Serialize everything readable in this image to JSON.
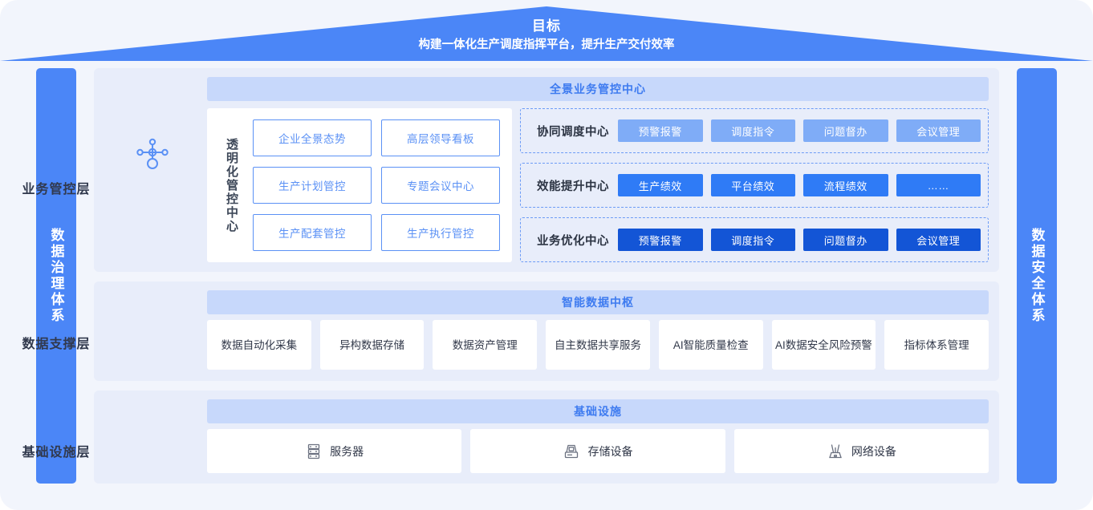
{
  "goal": {
    "title": "目标",
    "subtitle": "构建一体化生产调度指挥平台，提升生产交付效率"
  },
  "sides": {
    "left_label": "数据治理体系",
    "right_label": "数据安全体系"
  },
  "business_layer": {
    "label": "业务管控层",
    "icon": "topology-icon",
    "header": "全景业务管控中心",
    "transparent_center": {
      "vertical_label": "透明化管控中心",
      "buttons": [
        "企业全景态势",
        "高层领导看板",
        "生产计划管控",
        "专题会议中心",
        "生产配套管控",
        "生产执行管控"
      ]
    },
    "groups": [
      {
        "title": "协同调度中心",
        "tone": "#7facf7",
        "chips": [
          "预警报警",
          "调度指令",
          "问题督办",
          "会议管理"
        ]
      },
      {
        "title": "效能提升中心",
        "tone": "#2f7bf6",
        "chips": [
          "生产绩效",
          "平台绩效",
          "流程绩效",
          "……"
        ]
      },
      {
        "title": "业务优化中心",
        "tone": "#1355d6",
        "chips": [
          "预警报警",
          "调度指令",
          "问题督办",
          "会议管理"
        ]
      }
    ]
  },
  "data_layer": {
    "label": "数据支撑层",
    "header": "智能数据中枢",
    "cards": [
      "数据自动化采集",
      "异构数据存储",
      "数据资产管理",
      "自主数据共享服务",
      "AI智能质量检查",
      "AI数据安全风险预警",
      "指标体系管理"
    ]
  },
  "infra_layer": {
    "label": "基础设施层",
    "header": "基础设施",
    "cards": [
      {
        "label": "服务器",
        "icon": "server-icon"
      },
      {
        "label": "存储设备",
        "icon": "storage-icon"
      },
      {
        "label": "网络设备",
        "icon": "network-icon"
      }
    ]
  },
  "colors": {
    "accent": "#4b86f7",
    "panel": "#e8edfa",
    "header": "#c7d8fb",
    "page_bg": "#f2f5fc"
  }
}
